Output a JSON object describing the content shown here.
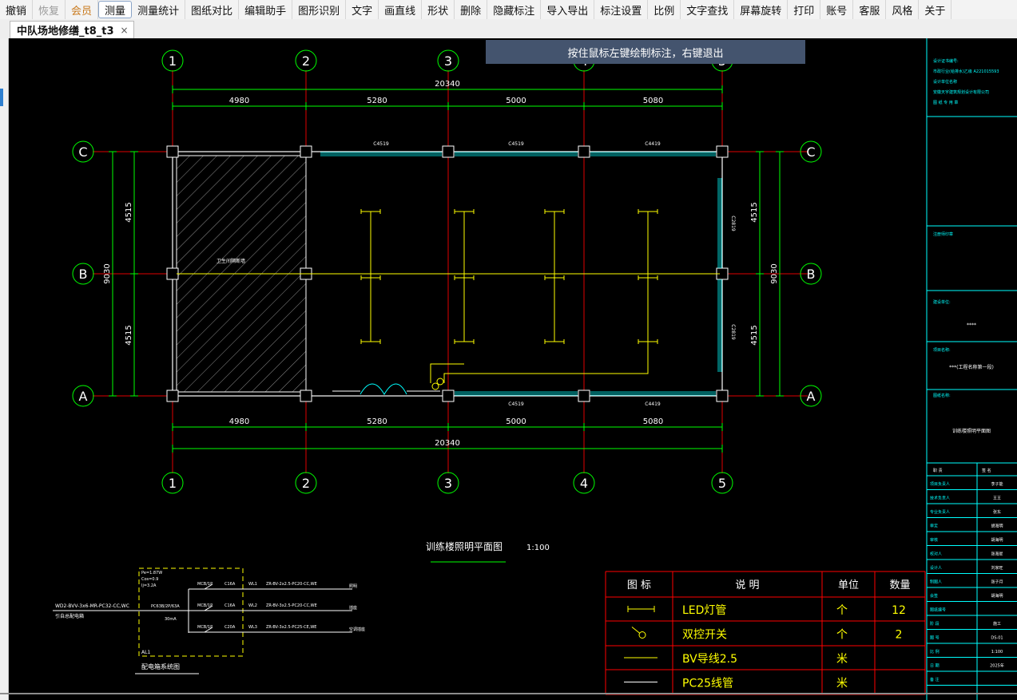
{
  "toolbar": {
    "items": [
      "撤销",
      "恢复",
      "会员",
      "测量",
      "测量统计",
      "图纸对比",
      "编辑助手",
      "图形识别",
      "文字",
      "画直线",
      "形状",
      "删除",
      "隐藏标注",
      "导入导出",
      "标注设置",
      "比例",
      "文字查找",
      "屏幕旋转",
      "打印",
      "账号",
      "客服",
      "风格",
      "关于"
    ],
    "disabled": [
      "恢复"
    ],
    "member": "会员",
    "active": "测量"
  },
  "tab": {
    "label": "中队场地修缮_t8_t3",
    "close": "×"
  },
  "hint": "按住鼠标左键绘制标注，右键退出",
  "drawing": {
    "column_axes": [
      "1",
      "2",
      "3",
      "4",
      "5"
    ],
    "row_axes": [
      "C",
      "B",
      "A"
    ],
    "span_dims": [
      "4980",
      "5280",
      "5000",
      "5080"
    ],
    "total_dim": "20340",
    "vertical_dims": [
      "4515",
      "4515"
    ],
    "vertical_total": "9030",
    "window_labels_top": [
      "C4519",
      "C4519",
      "C4419"
    ],
    "window_labels_bottom": [
      "C4519",
      "C4419"
    ],
    "window_labels_right": [
      "C2819",
      "C2819"
    ],
    "hatch_room_label": "卫生间隔断墙",
    "plan_title": "训练楼照明平面图",
    "plan_scale": "1:100",
    "panel_title": "配电箱系统图",
    "panel_left_lines": [
      "WD2-BVV-3x6-MR-PC32-CC,WC",
      "引自总配电箱"
    ],
    "panel_params": [
      "Pe=1.87W",
      "Cos=0.9",
      "Ij=3.2A"
    ],
    "panel_main_breaker": "PC63B/2P/63A",
    "panel_rcd": "30mA",
    "panel_box_id": "AL1",
    "circuits": [
      {
        "breaker": "MCB/1P",
        "rating": "C16A",
        "id": "WL1",
        "cable": "ZR-BV-2x2.5-PC20-CC,WE",
        "use": "照明"
      },
      {
        "breaker": "MCB/1P",
        "rating": "C16A",
        "id": "WL2",
        "cable": "ZR-BV-3x2.5-PC20-CC,WE",
        "use": "插座"
      },
      {
        "breaker": "MCB/1P",
        "rating": "C20A",
        "id": "WL3",
        "cable": "ZR-BV-3x2.5-PC25-CE,WE",
        "use": "空调插座"
      }
    ]
  },
  "legend": {
    "headers": [
      "图  标",
      "说    明",
      "单位",
      "数量"
    ],
    "rows": [
      {
        "desc": "LED灯管",
        "unit": "个",
        "qty": "12"
      },
      {
        "desc": "双控开关",
        "unit": "个",
        "qty": "2"
      },
      {
        "desc": "BV导线2.5",
        "unit": "米",
        "qty": ""
      },
      {
        "desc": "PC25线管",
        "unit": "米",
        "qty": ""
      }
    ]
  },
  "title_block": {
    "top_lines": [
      "设计证书编号:",
      "市政行业(给排水)乙级 A221015593",
      "设计单位名称",
      "安徽天宇建筑规划设计有限公司",
      "图 纸 专 用 章"
    ],
    "review_label": "注册师印章",
    "building_label": "建设单位:",
    "building_value": "****",
    "project_label": "项目名称:",
    "project_value": "***(工程名称第一段)",
    "drawing_name_label": "图纸名称:",
    "drawing_name_value": "训练楼照明平面图",
    "sign_header": [
      "职  责",
      "签  名"
    ],
    "sign_rows": [
      [
        "项目负责人",
        "李子能"
      ],
      [
        "技术负责人",
        "王王"
      ],
      [
        "专业负责人",
        "张东"
      ],
      [
        "审定",
        "胡海明"
      ],
      [
        "审核",
        "胡海明"
      ],
      [
        "校对人",
        "张海星"
      ],
      [
        "设计人",
        "刘家旺"
      ],
      [
        "制图人",
        "张子月"
      ],
      [
        "会签",
        "胡海明"
      ],
      [
        "图纸编号",
        ""
      ],
      [
        "阶  段",
        "施工"
      ],
      [
        "图  号",
        "DS-01"
      ],
      [
        "比  例",
        "1:100"
      ],
      [
        "日  期",
        "2025年"
      ],
      [
        "备  注",
        ""
      ]
    ]
  },
  "colors": {
    "axis": "#e00000",
    "dim": "#00ff00",
    "wall": "#ffffff",
    "window": "#00ffff",
    "lamp": "#ffff00",
    "legend_text": "#ffff00",
    "title_block": "#00ffff",
    "legend_grid": "#ff0000"
  }
}
